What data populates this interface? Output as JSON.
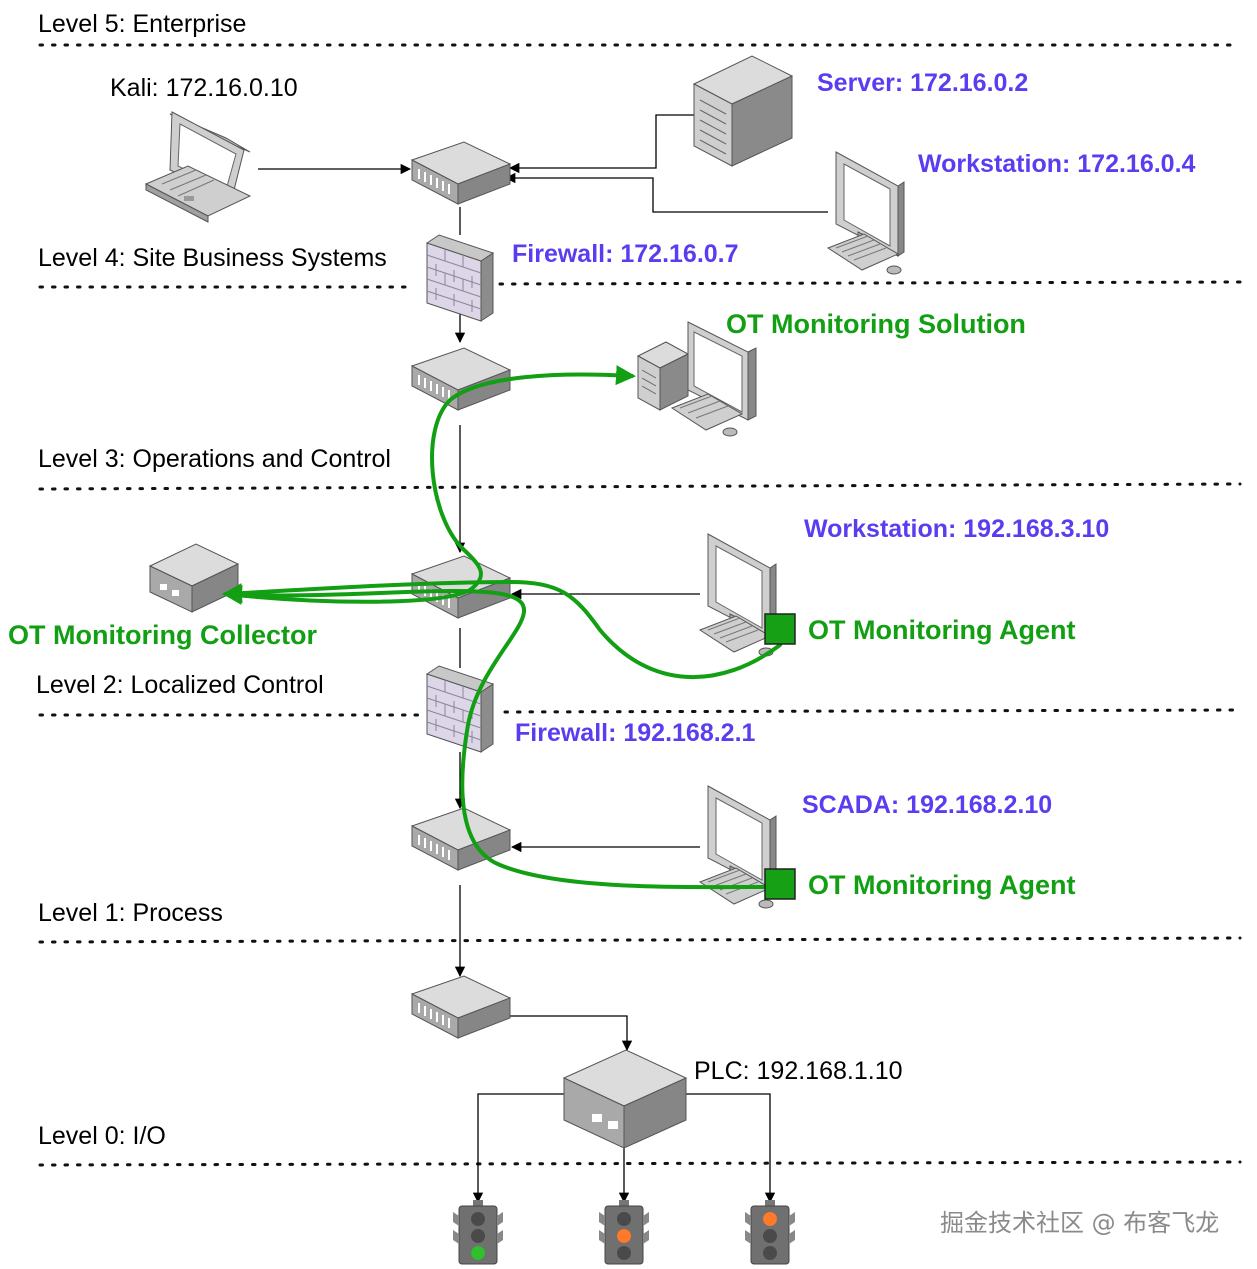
{
  "levels": {
    "l5": "Level 5: Enterprise",
    "l4": "Level 4: Site Business Systems",
    "l3": "Level 3: Operations and Control",
    "l2": "Level 2: Localized Control",
    "l1": "Level 1: Process",
    "l0": "Level 0: I/O"
  },
  "devices": {
    "kali": "Kali: 172.16.0.10",
    "server": "Server: 172.16.0.2",
    "workstation_enterprise": "Workstation: 172.16.0.4",
    "firewall_top": "Firewall: 172.16.0.7",
    "ot_solution": "OT Monitoring Solution",
    "workstation_ops": "Workstation: 192.168.3.10",
    "ot_agent_1": "OT Monitoring Agent",
    "ot_collector": "OT Monitoring Collector",
    "firewall_bottom": "Firewall: 192.168.2.1",
    "scada": "SCADA: 192.168.2.10",
    "ot_agent_2": "OT Monitoring Agent",
    "plc": "PLC: 192.168.1.10"
  },
  "watermark": "掘金技术社区 @ 布客飞龙",
  "colors": {
    "ip_label": "#5b3cf0",
    "ot_flow": "#139f13",
    "agent_box": "#15a015",
    "light_green": "#2fbf2f",
    "light_orange": "#ff7a2a"
  }
}
